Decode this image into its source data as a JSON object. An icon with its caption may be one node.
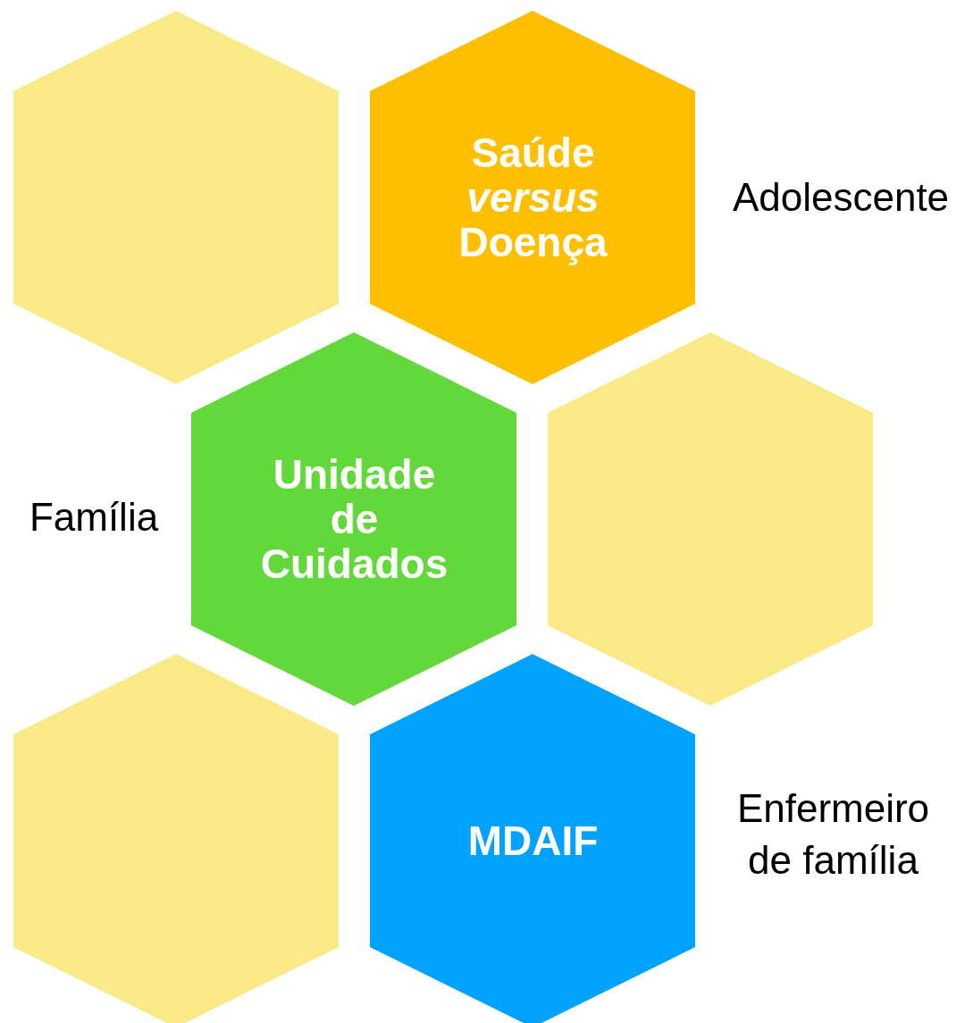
{
  "diagram": {
    "nodes": [
      {
        "text": [],
        "shape": "hexagon"
      },
      {
        "text": [
          "Saúde *versus* Doença"
        ],
        "beside": [
          "Adolescente"
        ]
      },
      {
        "text": [
          "Unidade de Cuidados"
        ],
        "beside": [
          "Família"
        ]
      },
      {
        "text": [],
        "shape": "hexagon"
      },
      {
        "text": [],
        "shape": "hexagon"
      },
      {
        "text": [
          "MDAIF"
        ],
        "beside": [
          "Enfermeiro de família"
        ]
      }
    ]
  }
}
